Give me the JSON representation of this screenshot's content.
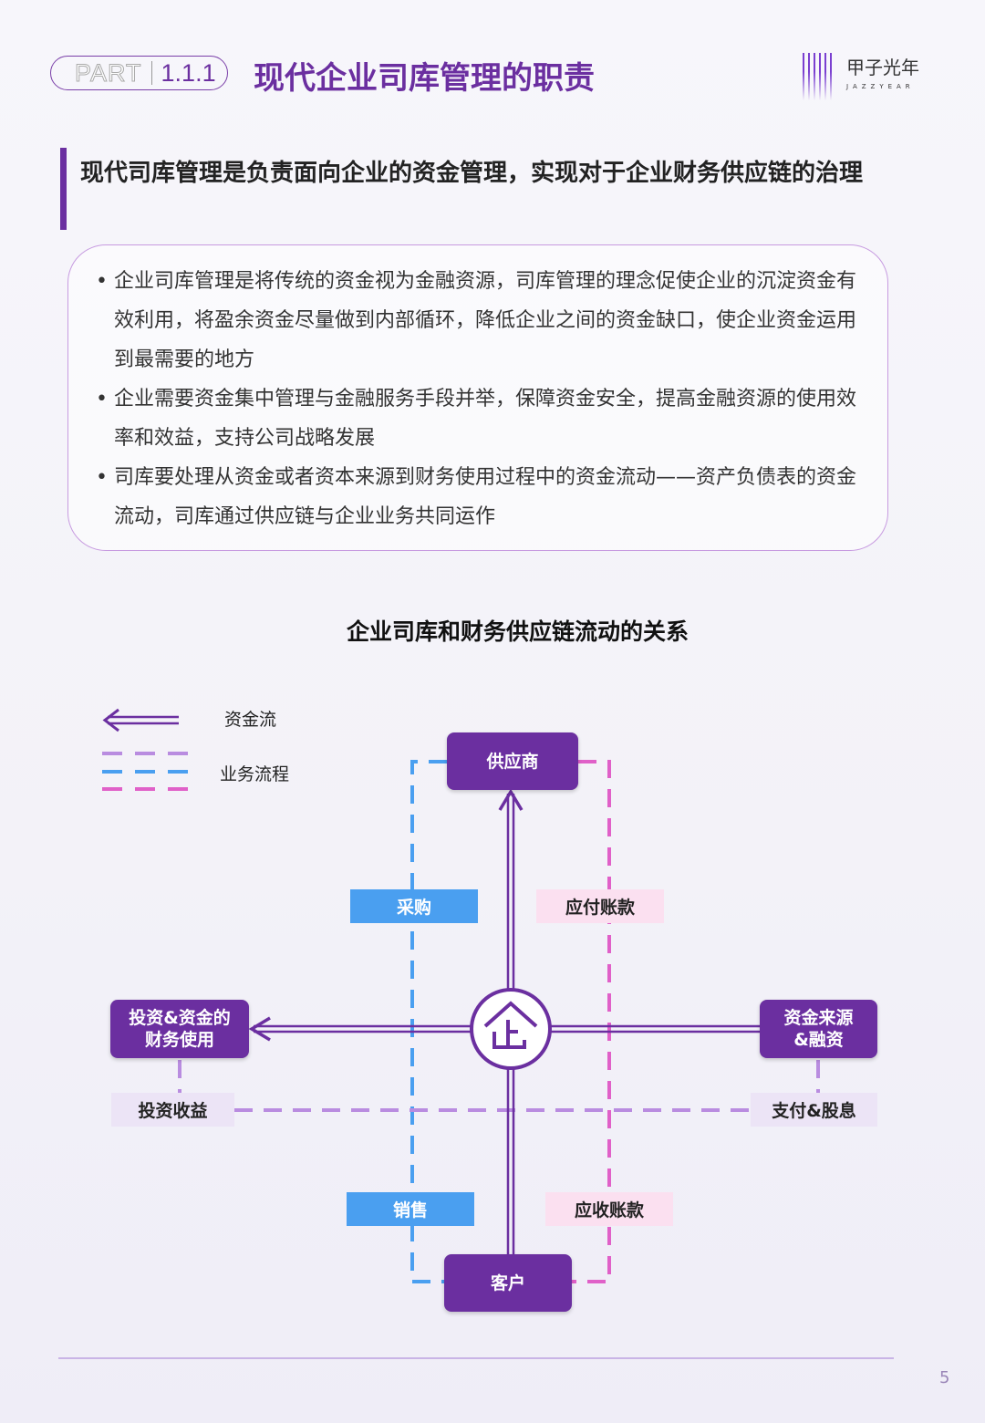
{
  "header": {
    "part_label": "PART",
    "section_number": "1.1.1",
    "title": "现代企业司库管理的职责",
    "logo_cn": "甲子光年",
    "logo_en": "JAZZYEAR"
  },
  "subtitle": "现代司库管理是负责面向企业的资金管理，实现对于企业财务供应链的治理",
  "bullets": [
    "企业司库管理是将传统的资金视为金融资源，司库管理的理念促使企业的沉淀资金有效利用，将盈余资金尽量做到内部循环，降低企业之间的资金缺口，使企业资金运用到最需要的地方",
    "企业需要资金集中管理与金融服务手段并举，保障资金安全，提高金融资源的使用效率和效益，支持公司战略发展",
    "司库要处理从资金或者资本来源到财务使用过程中的资金流动——资产负债表的资金流动，司库通过供应链与企业业务共同运作"
  ],
  "diagram": {
    "title": "企业司库和财务供应链流动的关系",
    "legend": {
      "capital_flow": "资金流",
      "business_flow": "业务流程"
    },
    "nodes": {
      "supplier": "供应商",
      "customer": "客户",
      "investment": "投资&资金的财务使用",
      "funding": "资金来源&融资"
    },
    "labels": {
      "purchase": "采购",
      "payables": "应付账款",
      "sales": "销售",
      "receivables": "应收账款",
      "investment_income": "投资收益",
      "payment_dividend": "支付&股息"
    },
    "center_icon": "treasury-house-icon",
    "colors": {
      "purple": "#6b2fa0",
      "blue": "#4a9ff0",
      "pink": "#e060c8",
      "lavender": "#b98ce0"
    }
  },
  "page_number": "5"
}
